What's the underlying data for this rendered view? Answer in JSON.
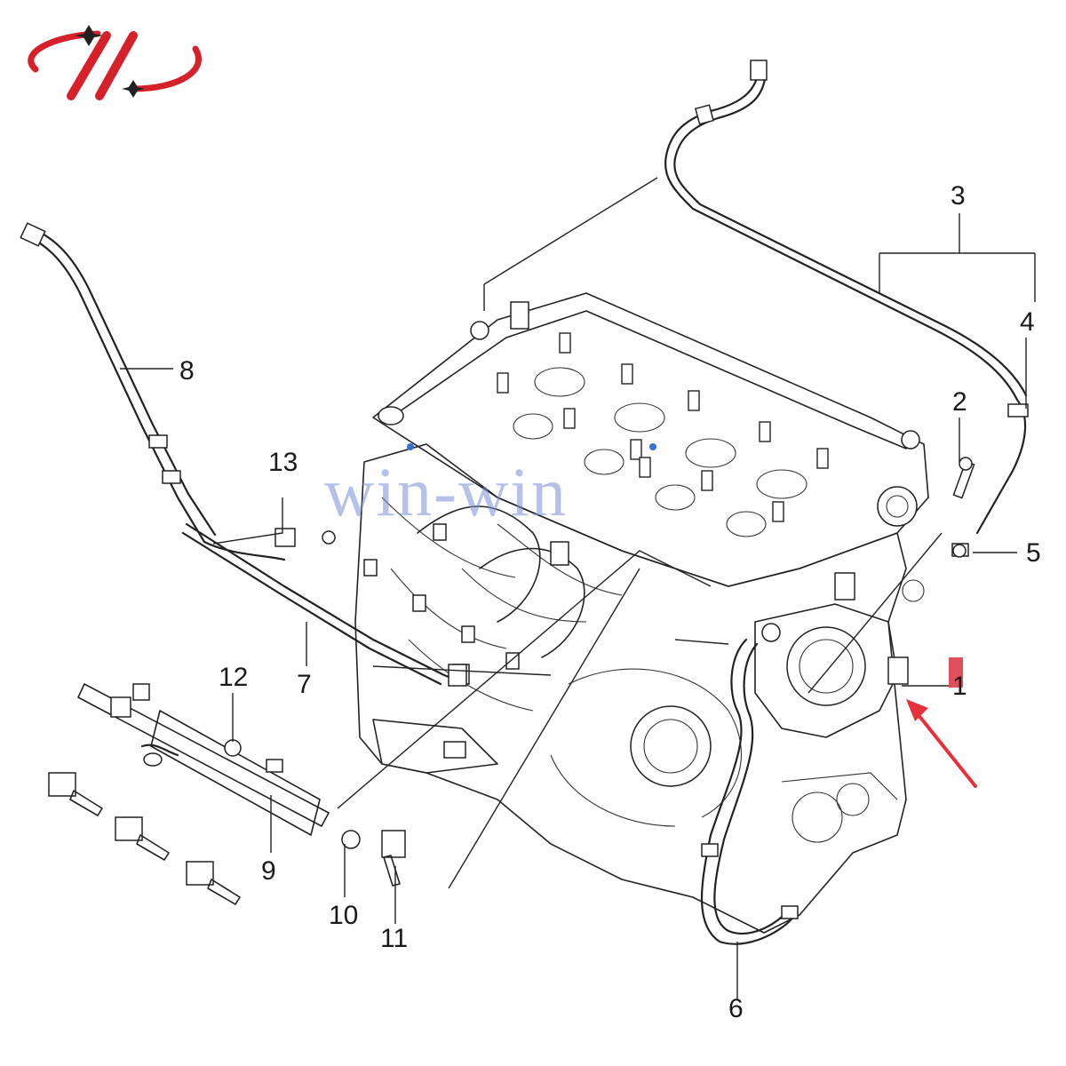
{
  "brand": {
    "logo_icon": "brand-logo-icon",
    "logo_color": "#d6202a",
    "logo_accent": "#222222"
  },
  "watermark": {
    "text": "win-win",
    "color": "#7a8fd6"
  },
  "callouts": [
    "1",
    "2",
    "3",
    "4",
    "5",
    "6",
    "7",
    "8",
    "9",
    "10",
    "11",
    "12",
    "13"
  ],
  "highlight": {
    "arrow_color": "#e8303a",
    "marker_color": "#e0505a"
  }
}
